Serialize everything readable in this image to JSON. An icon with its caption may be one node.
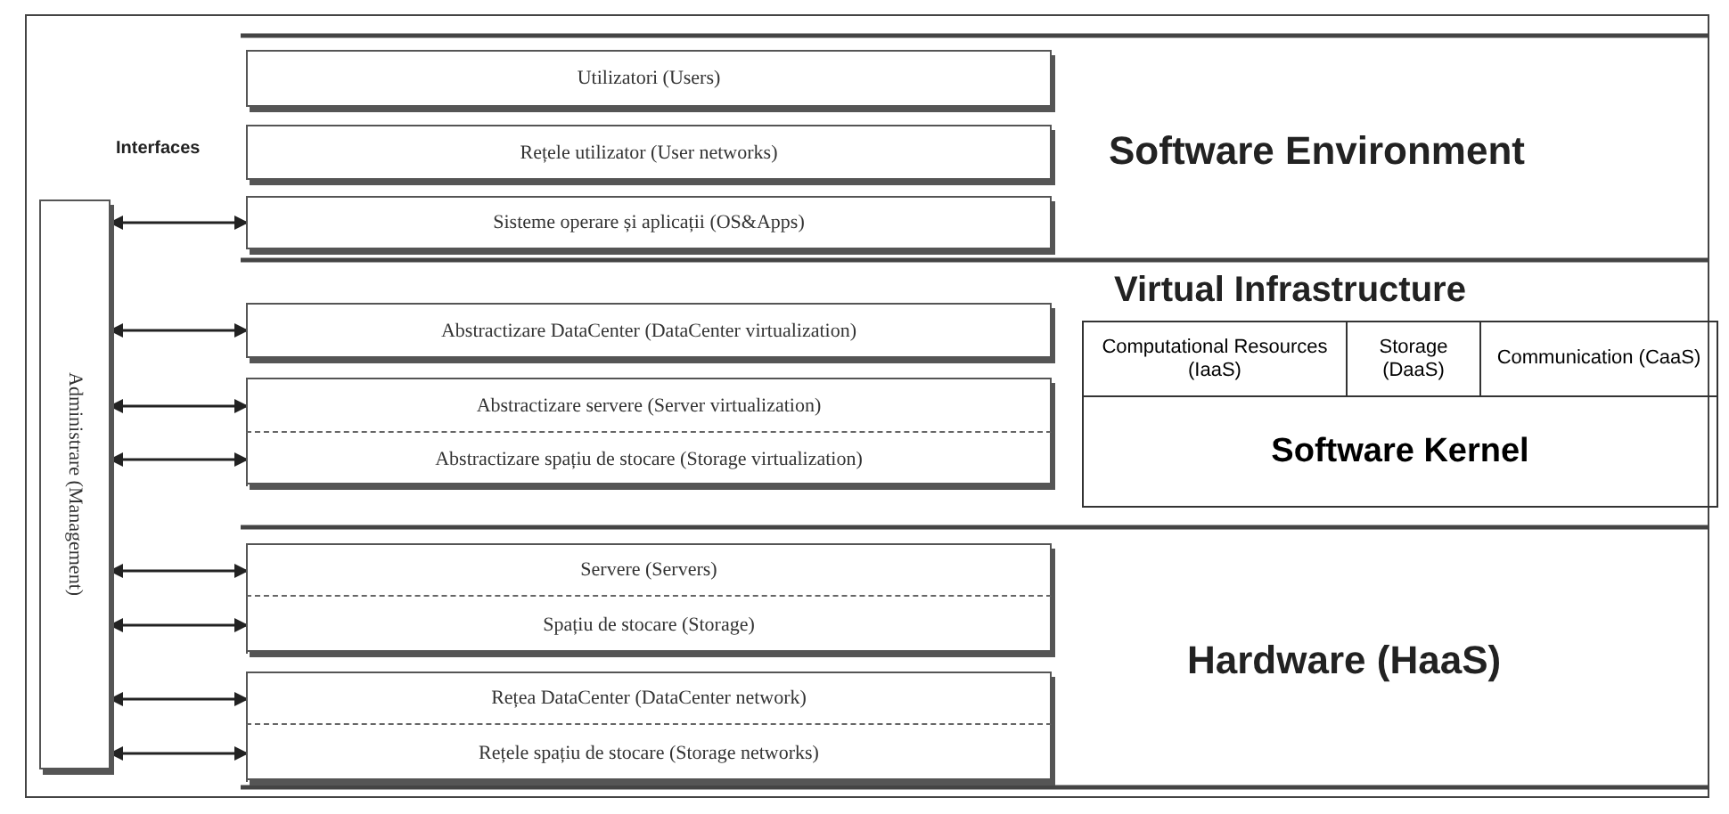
{
  "diagram": {
    "nodes": [
      {
        "text": [
          "Utilizatori (Users)"
        ]
      },
      {
        "text": [
          "Rețele utilizator (User networks)"
        ]
      },
      {
        "text": [
          "Sisteme operare și aplicații (OS&Apps)"
        ]
      },
      {
        "text": [
          "Abstractizare DataCenter (DataCenter virtualization)"
        ]
      },
      {
        "text": [],
        "shape": "box"
      },
      {
        "text": [
          "Abstractizare servere (Server virtualization)"
        ],
        "in": 4
      },
      {
        "text": [
          "Abstractizare spațiu de stocare (Storage virtualization)"
        ],
        "in": 4
      },
      {
        "text": [],
        "shape": "box"
      },
      {
        "text": [
          "Servere (Servers)"
        ],
        "in": 7
      },
      {
        "text": [
          "Spațiu de stocare (Storage)"
        ],
        "in": 7
      },
      {
        "text": [],
        "shape": "box"
      },
      {
        "text": [
          "Rețea DataCenter (DataCenter network)"
        ],
        "in": 10
      },
      {
        "text": [
          "Rețele spațiu de stocare (Storage networks)"
        ],
        "in": 10
      },
      {
        "text": [
          "Administrare (Management)"
        ]
      },
      {
        "text": [
          "Virtual Infrastructure"
        ]
      },
      {
        "text": [
          "Computational Resources (IaaS)"
        ],
        "in": 14
      },
      {
        "text": [
          "Storage (DaaS)"
        ],
        "in": 14
      },
      {
        "text": [
          "Communication (CaaS)"
        ],
        "in": 14
      },
      {
        "text": [
          "Software Kernel"
        ],
        "in": 14
      }
    ],
    "edges": [
      {
        "from": 13,
        "to": 2,
        "arrow": "both"
      },
      {
        "from": 13,
        "to": 3,
        "arrow": "both"
      },
      {
        "from": 13,
        "to": 5,
        "arrow": "both"
      },
      {
        "from": 13,
        "to": 6,
        "arrow": "both"
      },
      {
        "from": 13,
        "to": 8,
        "arrow": "both"
      },
      {
        "from": 13,
        "to": 9,
        "arrow": "both"
      },
      {
        "from": 13,
        "to": 11,
        "arrow": "both"
      },
      {
        "from": 13,
        "to": 12,
        "arrow": "both"
      }
    ],
    "labels": [
      "Interfaces",
      "Software Environment",
      "Hardware (HaaS)"
    ]
  }
}
